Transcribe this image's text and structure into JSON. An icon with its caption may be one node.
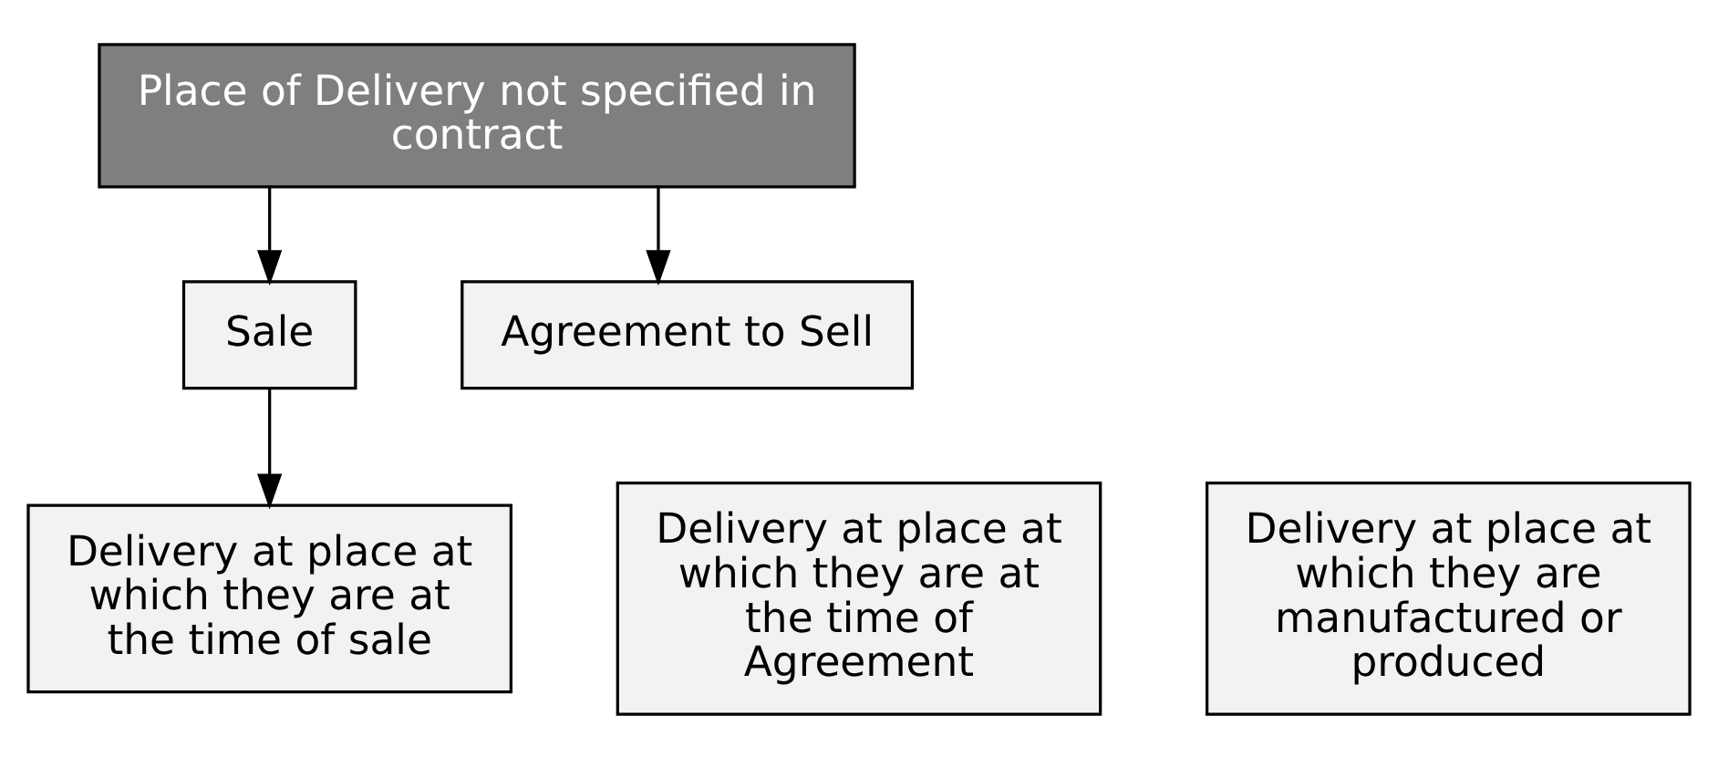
{
  "diagram": {
    "nodes": [
      {
        "text": [
          "Place of Delivery not specified in contract"
        ]
      },
      {
        "text": [
          "Sale"
        ]
      },
      {
        "text": [
          "Agreement to Sell"
        ]
      },
      {
        "text": [
          "Delivery at place at which they are at the time of sale"
        ]
      },
      {
        "text": [
          "Delivery at place at which they are at the time of Agreement"
        ]
      },
      {
        "text": [
          "Delivery at place at which they are manufactured or produced"
        ]
      }
    ],
    "edges": [
      {
        "from": 0,
        "to": 1,
        "arrow": "to"
      },
      {
        "from": 0,
        "to": 2,
        "arrow": "to"
      },
      {
        "from": 1,
        "to": 3,
        "arrow": "to"
      }
    ]
  }
}
